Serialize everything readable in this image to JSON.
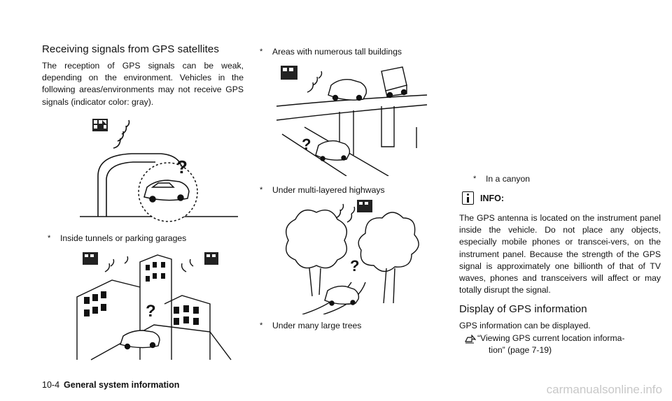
{
  "left": {
    "heading": "Receiving signals from GPS satellites",
    "intro": "The reception of GPS signals can be weak, depending on the environment. Vehicles in the following areas/environments may not receive GPS signals (indicator color: gray).",
    "bullet1": "Inside tunnels or parking garages"
  },
  "middle": {
    "bullet_top": "Areas with numerous tall buildings",
    "bullet2": "Under multi-layered highways",
    "bullet3": "Under many large trees"
  },
  "right": {
    "bullet_canyon": "In a canyon",
    "info_label": "INFO:",
    "info_text": "The GPS antenna is located on the instrument panel inside the vehicle. Do not place any objects, especially mobile phones or transcei-vers, on the instrument panel. Because the strength of the GPS signal is approximately one billionth of that of TV waves, phones and transceivers will affect or may totally disrupt the signal.",
    "heading2": "Display of GPS information",
    "display_text": "GPS information can be displayed.",
    "ref_text_line1": "“Viewing GPS current location informa-",
    "ref_text_line2": "tion” (page 7-19)"
  },
  "footer": {
    "page_number": "10-4",
    "section_title": "General system information"
  },
  "watermark": "carmanualsonline.info",
  "bullet_symbol": "*",
  "icons": [
    "satellite-icon",
    "car-icon",
    "question-mark-icon",
    "info-icon",
    "reference-arrow-icon"
  ]
}
